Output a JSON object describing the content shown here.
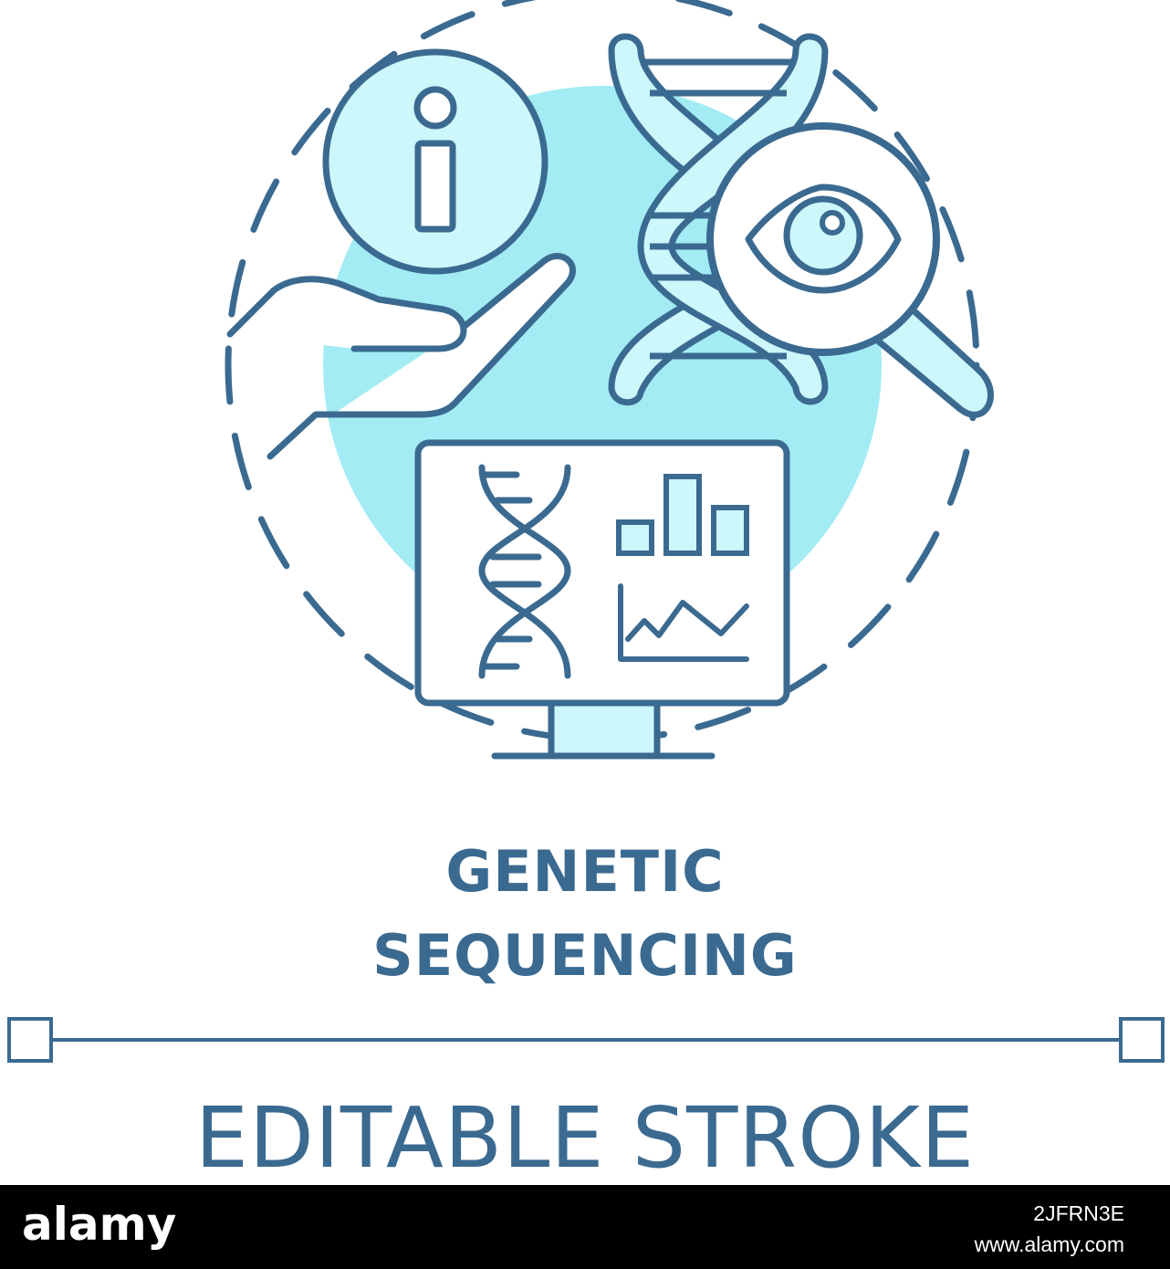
{
  "colors": {
    "stroke": "#3b6a91",
    "fill_light": "#ccf7fb",
    "fill_mid": "#a3ecf4",
    "background": "#ffffff",
    "banner": "#000000",
    "banner_text": "#ffffff"
  },
  "icons": {
    "info": "info-icon",
    "hand": "hand-icon",
    "dna": "dna-helix-icon",
    "magnifier": "magnifier-icon",
    "eye": "eye-icon",
    "monitor": "monitor-icon",
    "bar_chart": "bar-chart-icon",
    "line_chart": "line-chart-icon"
  },
  "title": {
    "line1": "GENETIC",
    "line2": "SEQUENCING"
  },
  "editable_stroke": "EDITABLE STROKE",
  "banner": {
    "logo": "alamy",
    "code": "2JFRN3E",
    "url": "www.alamy.com"
  }
}
